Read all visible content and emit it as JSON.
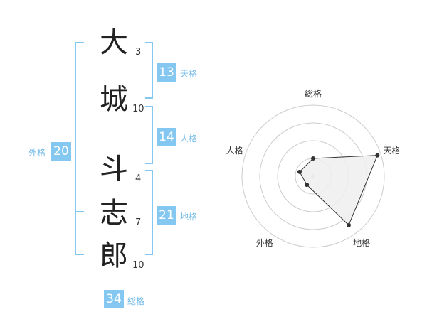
{
  "name": {
    "chars": [
      {
        "char": "大",
        "strokes": "3"
      },
      {
        "char": "城",
        "strokes": "10"
      },
      {
        "char": "斗",
        "strokes": "4"
      },
      {
        "char": "志",
        "strokes": "7"
      },
      {
        "char": "郎",
        "strokes": "10"
      }
    ]
  },
  "fortunes": {
    "tenkaku": {
      "value": "13",
      "label": "天格"
    },
    "jinkaku": {
      "value": "14",
      "label": "人格"
    },
    "chikaku": {
      "value": "21",
      "label": "地格"
    },
    "gaikaku": {
      "value": "20",
      "label": "外格"
    },
    "soukaku": {
      "value": "34",
      "label": "総格"
    }
  },
  "colors": {
    "accent": "#84c8f2",
    "label": "#6fb9e8",
    "bracket": "#84c8f2",
    "radar_fill": "#eeeeee",
    "radar_stroke": "#333333",
    "ring": "#cccccc"
  },
  "chart_data": {
    "type": "radar",
    "axes": [
      "総格",
      "天格",
      "地格",
      "外格",
      "人格"
    ],
    "values": [
      0.25,
      0.95,
      0.85,
      0.15,
      0.2
    ],
    "rmax": 1,
    "rings": 4
  }
}
